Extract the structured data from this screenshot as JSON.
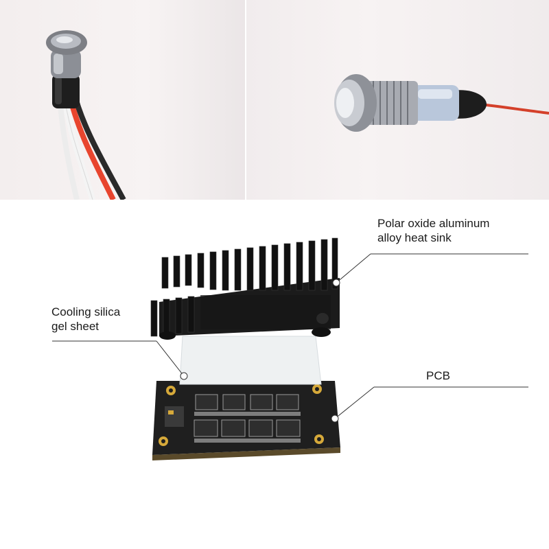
{
  "photos": {
    "left": {
      "subject": "panel-mount switch with red, white and black wires, side view"
    },
    "right": {
      "subject": "stainless steel push-button switch with blue heat-shrink and red wire"
    }
  },
  "diagram": {
    "labels": {
      "heat_sink_line1": "Polar oxide aluminum",
      "heat_sink_line2": "alloy heat sink",
      "silica_line1": "Cooling silica",
      "silica_line2": "gel sheet",
      "pcb": "PCB"
    }
  },
  "colors": {
    "heat_sink": "#1b1b1b",
    "pcb_board": "#1f1f1f",
    "gold_pad": "#d6a93a",
    "silica_sheet": "#eef1f2",
    "leader_line": "#333333"
  }
}
